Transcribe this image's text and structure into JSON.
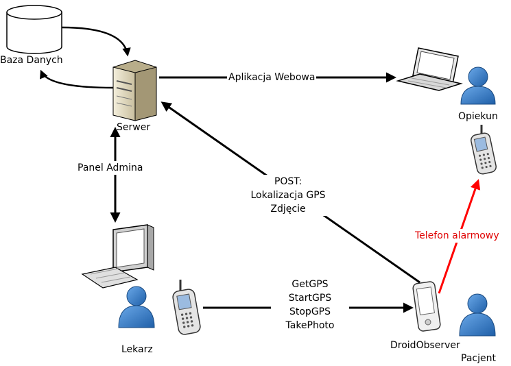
{
  "labels": {
    "database": "Baza Danych",
    "server": "Serwer",
    "admin_panel": "Panel Admina",
    "doctor": "Lekarz",
    "caregiver": "Opiekun",
    "patient": "Pacjent",
    "app": "DroidObserver",
    "web_app": "Aplikacja Webowa",
    "alarm_phone": "Telefon alarmowy"
  },
  "post_label": [
    "POST:",
    "Lokalizacja GPS",
    "Zdjęcie"
  ],
  "commands": [
    "GetGPS",
    "StartGPS",
    "StopGPS",
    "TakePhoto"
  ],
  "colors": {
    "arrow": "#000000",
    "alarm": "#ff0000",
    "person": "#3d7fc8",
    "tower": "#e8e0c8"
  }
}
